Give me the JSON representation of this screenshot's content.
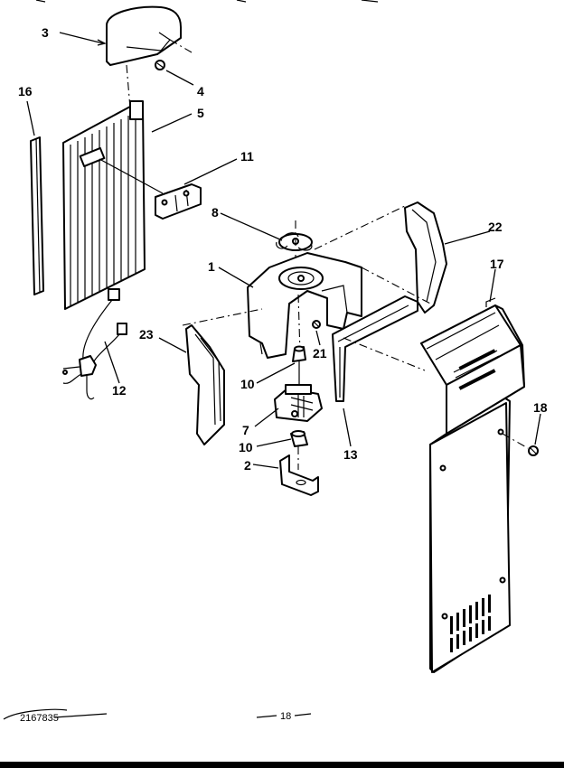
{
  "callouts": {
    "c1": "1",
    "c2": "2",
    "c3": "3",
    "c4": "4",
    "c5": "5",
    "c7": "7",
    "c8": "8",
    "c10a": "10",
    "c10b": "10",
    "c11": "11",
    "c12": "12",
    "c13": "13",
    "c16": "16",
    "c17": "17",
    "c18": "18",
    "c21": "21",
    "c22": "22",
    "c23": "23"
  },
  "footer": {
    "drawing_number": "2167835",
    "page_number": "18"
  }
}
